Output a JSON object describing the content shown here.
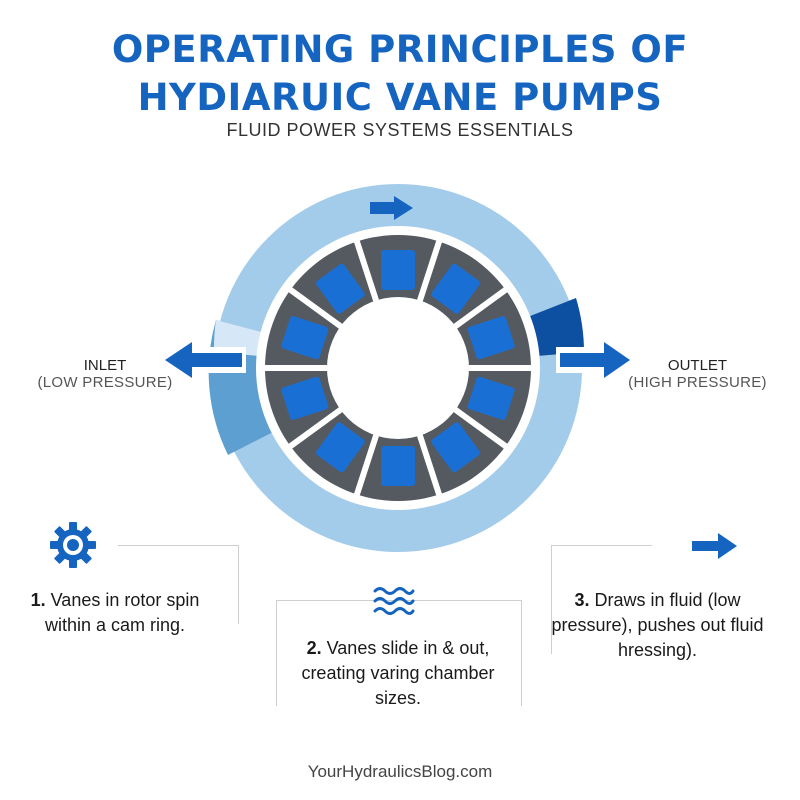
{
  "header": {
    "title_line1": "OPERATING PRINCIPLES OF",
    "title_line2": "HYDIARUIC VANE PUMPS",
    "subtitle": "FLUID POWER SYSTEMS ESSENTIALS"
  },
  "diagram": {
    "inlet_label": "INLET",
    "inlet_sub": "(LOW PRESSURE)",
    "outlet_label": "OUTLET",
    "outlet_sub": "(HIGH PRESSURE)",
    "vane_count": 10,
    "colors": {
      "primary_blue": "#1565c0",
      "vane_blue": "#1a6fd4",
      "ring_light": "#a3cbea",
      "inlet_zone": "#5c9fd0",
      "outlet_zone": "#0d4fa0",
      "rotor_gray": "#555a60"
    }
  },
  "steps": [
    {
      "number": "1.",
      "text": "Vanes in rotor spin within a cam ring.",
      "icon": "gear-icon"
    },
    {
      "number": "2.",
      "text": "Vanes slide in & out, creating varing chamber sizes.",
      "icon": "waves-icon"
    },
    {
      "number": "3.",
      "text": "Draws in fluid (low pressure), pushes out fluid hressing).",
      "icon": "arrow-right-icon"
    }
  ],
  "footer": {
    "text": "YourHydraulicsBlog.com"
  }
}
